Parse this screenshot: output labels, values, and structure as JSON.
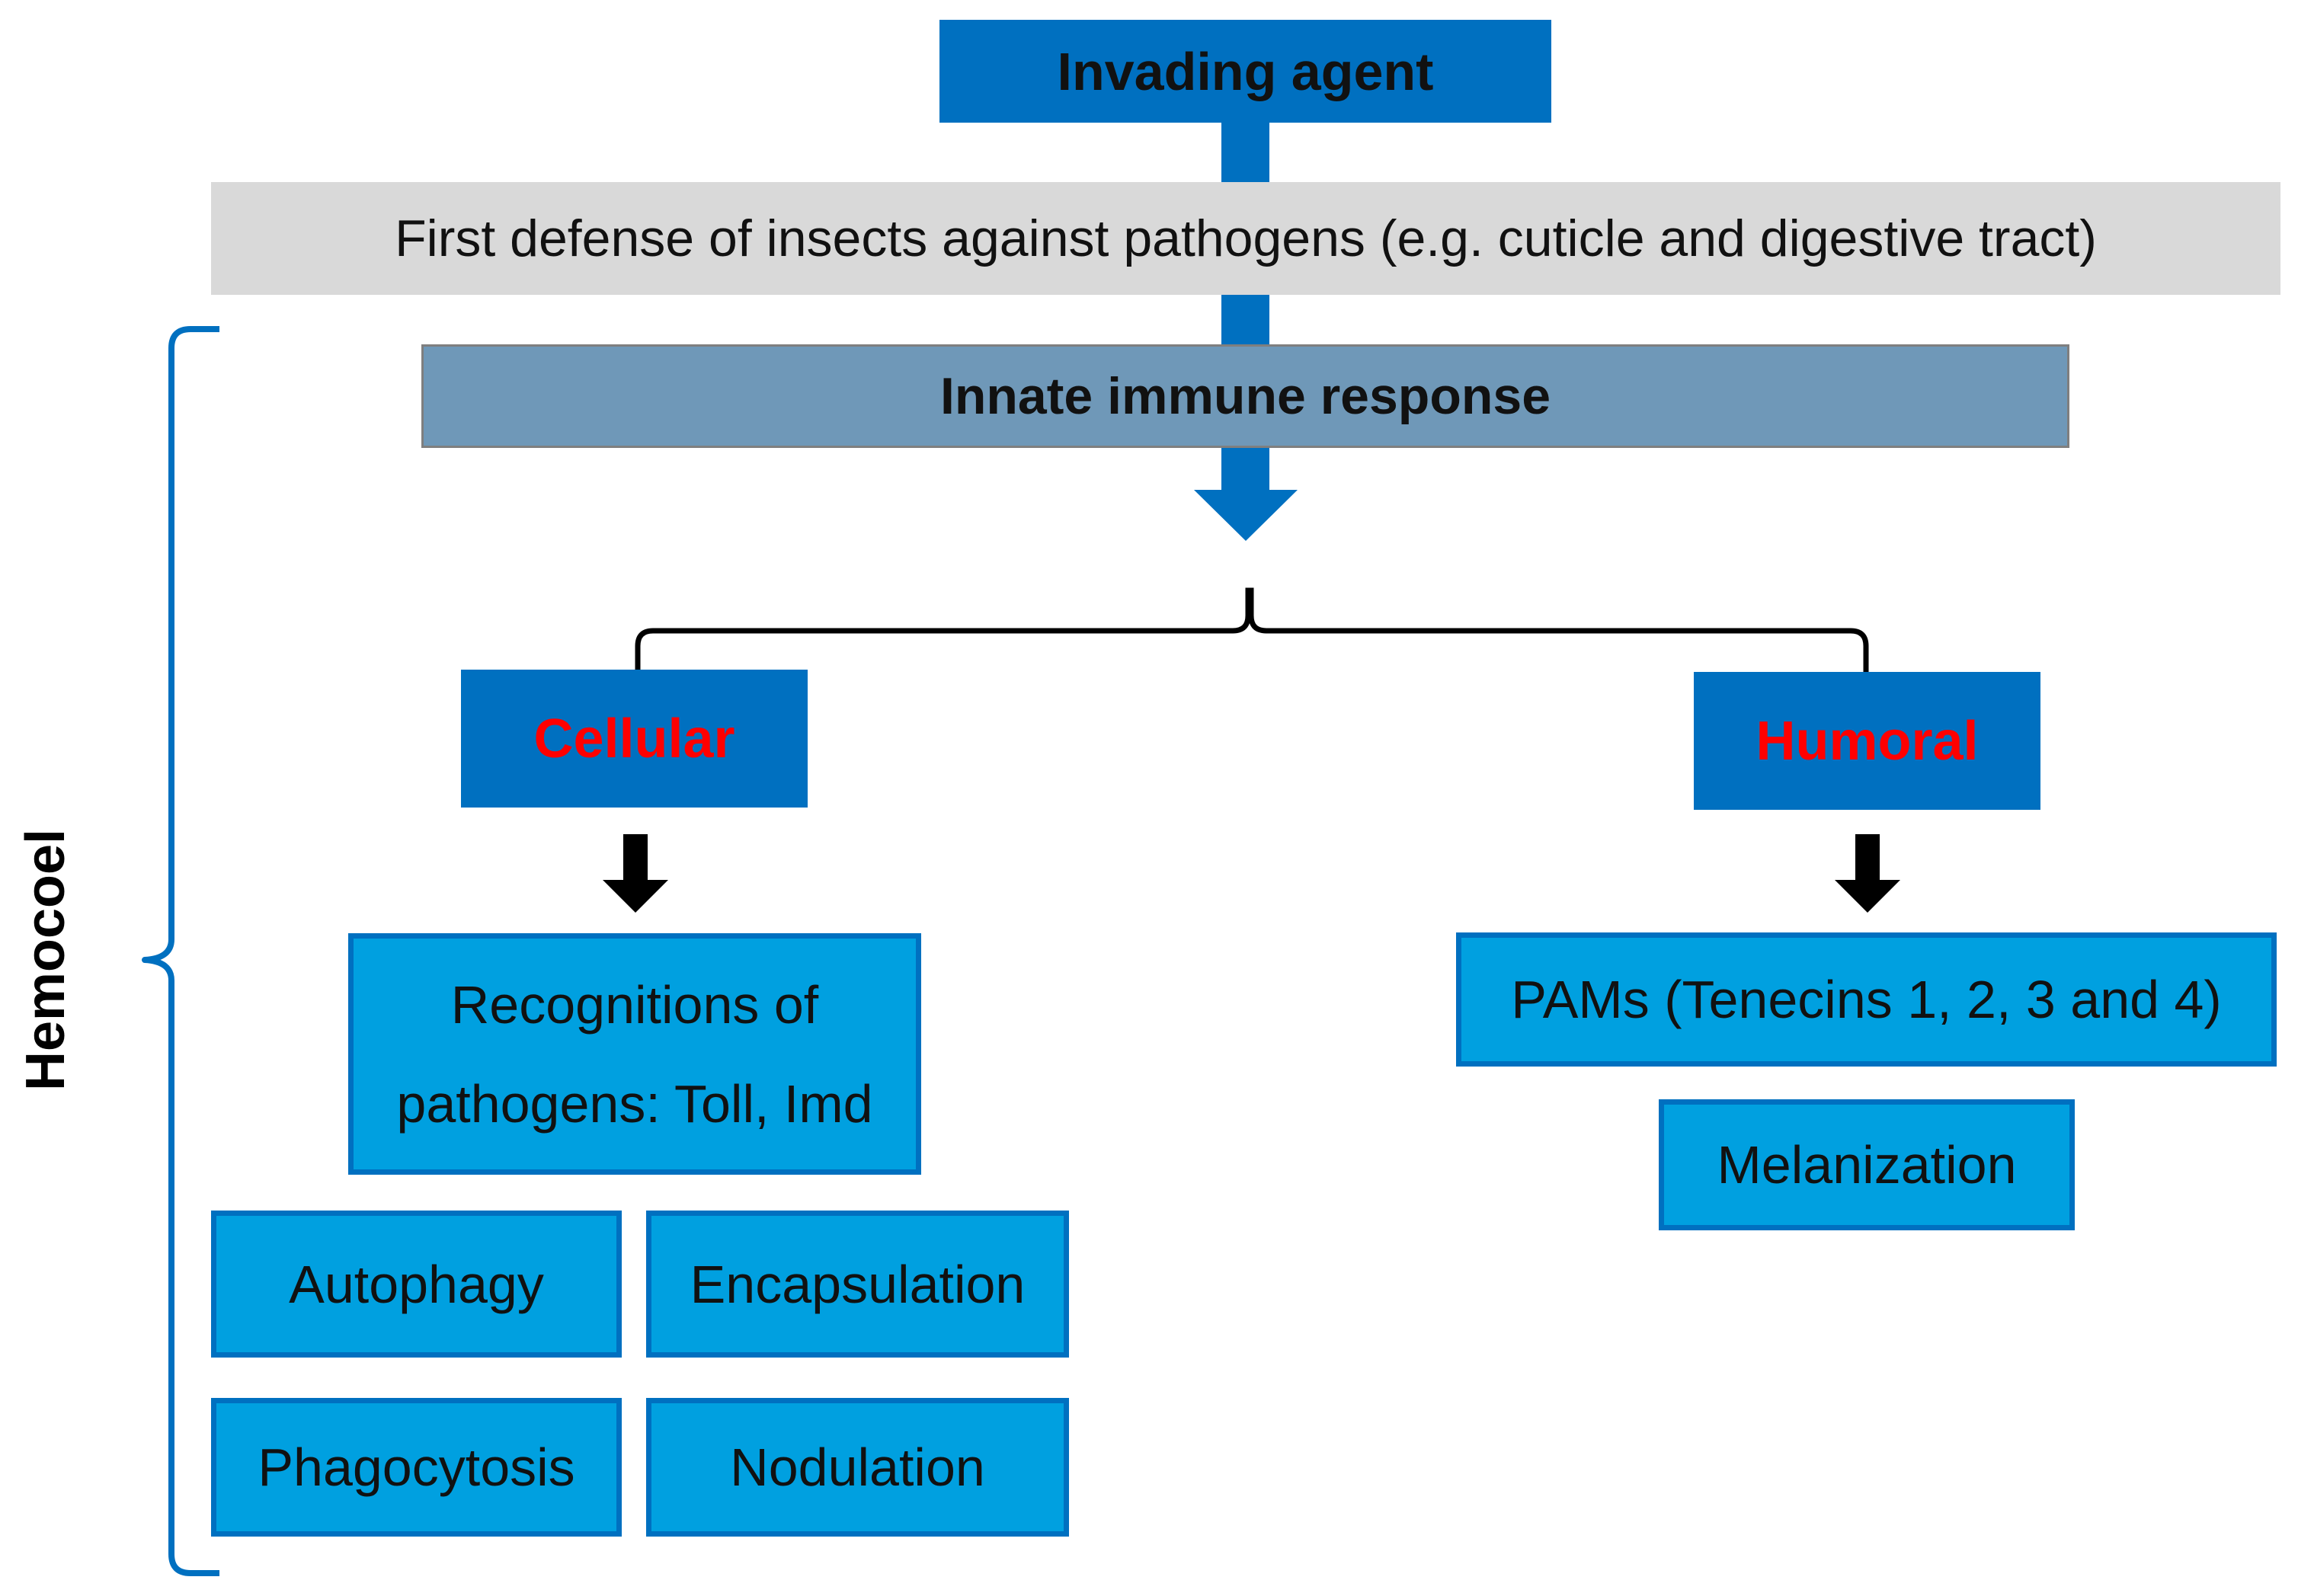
{
  "diagram": {
    "top_node": {
      "label": "Invading agent"
    },
    "first_defense": {
      "label": "First defense of insects against pathogens (e.g. cuticle and digestive tract)"
    },
    "innate_response": {
      "label": "Innate immune response"
    },
    "cellular": {
      "label": "Cellular",
      "recognition": "Recognitions of pathogens: Toll, Imd",
      "processes": [
        "Autophagy",
        "Encapsulation",
        "Phagocytosis",
        "Nodulation"
      ]
    },
    "humoral": {
      "label": "Humoral",
      "items": [
        "PAMs (Tenecins 1, 2, 3 and 4)",
        "Melanization"
      ]
    },
    "region_label": "Hemocoel"
  },
  "colors": {
    "primary_blue": "#0070c0",
    "light_blue": "#00a0e0",
    "steel_blue": "#6f98b8",
    "gray_band": "#d9d9d9",
    "red_text": "#ff0000",
    "black": "#000000"
  }
}
